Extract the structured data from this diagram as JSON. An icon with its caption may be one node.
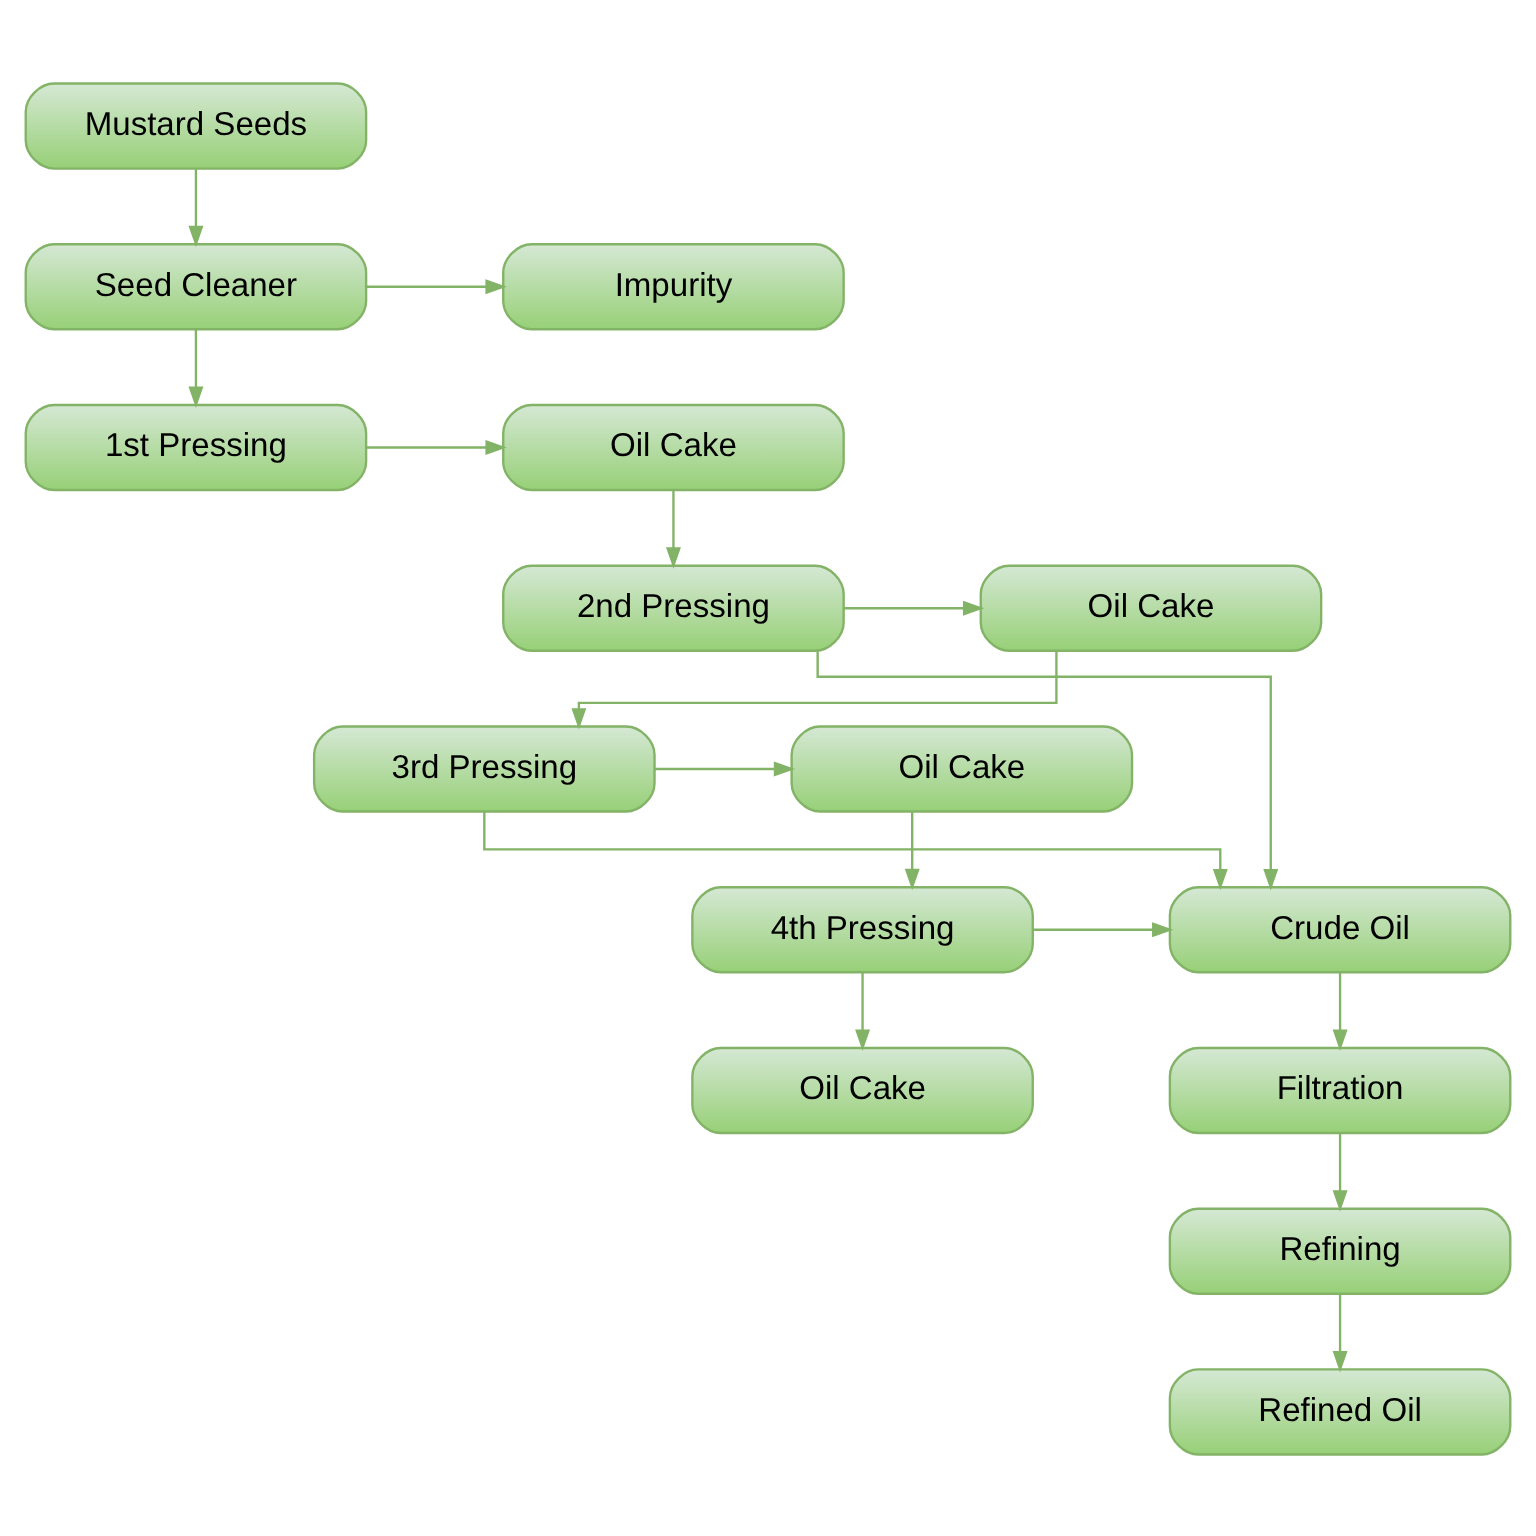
{
  "diagram": {
    "nodes": [
      {
        "text": [
          "Mustard Seeds"
        ]
      },
      {
        "text": [
          "Seed Cleaner"
        ]
      },
      {
        "text": [
          "Impurity"
        ]
      },
      {
        "text": [
          "1st Pressing"
        ]
      },
      {
        "text": [
          "Oil Cake"
        ]
      },
      {
        "text": [
          "2nd Pressing"
        ]
      },
      {
        "text": [
          "Oil Cake"
        ]
      },
      {
        "text": [
          "3rd Pressing"
        ]
      },
      {
        "text": [
          "Oil Cake"
        ]
      },
      {
        "text": [
          "Crude Oil"
        ]
      },
      {
        "text": [
          "4th Pressing"
        ]
      },
      {
        "text": [
          "Oil Cake"
        ]
      },
      {
        "text": [
          "Filtration"
        ]
      },
      {
        "text": [
          "Refining"
        ]
      },
      {
        "text": [
          "Refined Oil"
        ]
      }
    ],
    "edges": [
      {
        "from": 0,
        "to": 1,
        "arrow": "to"
      },
      {
        "from": 1,
        "to": 2,
        "arrow": "to"
      },
      {
        "from": 1,
        "to": 3,
        "arrow": "to"
      },
      {
        "from": 3,
        "to": 4,
        "arrow": "to"
      },
      {
        "from": 4,
        "to": 5,
        "arrow": "to"
      },
      {
        "from": 5,
        "to": 6,
        "arrow": "to"
      },
      {
        "from": 5,
        "to": 9,
        "arrow": "to"
      },
      {
        "from": 6,
        "to": 7,
        "arrow": "to"
      },
      {
        "from": 7,
        "to": 8,
        "arrow": "to"
      },
      {
        "from": 7,
        "to": 9,
        "arrow": "to"
      },
      {
        "from": 8,
        "to": 10,
        "arrow": "to"
      },
      {
        "from": 10,
        "to": 9,
        "arrow": "to"
      },
      {
        "from": 10,
        "to": 11,
        "arrow": "to"
      },
      {
        "from": 9,
        "to": 12,
        "arrow": "to"
      },
      {
        "from": 12,
        "to": 13,
        "arrow": "to"
      },
      {
        "from": 13,
        "to": 14,
        "arrow": "to"
      }
    ]
  }
}
